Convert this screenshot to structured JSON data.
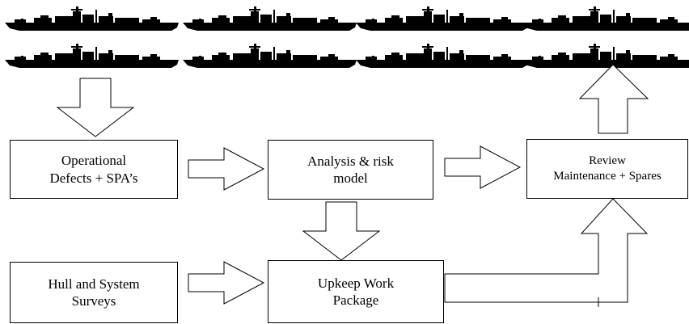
{
  "diagram": {
    "boxes": {
      "operational": {
        "line1": "Operational",
        "line2": "Defects + SPA’s"
      },
      "analysis": {
        "line1": "Analysis & risk",
        "line2": "model"
      },
      "review": {
        "line1": "Review",
        "line2": "Maintenance + Spares"
      },
      "hull": {
        "line1": "Hull and System",
        "line2": "Surveys"
      },
      "upkeep": {
        "line1": "Upkeep Work",
        "line2": "Package"
      }
    },
    "ship_silhouette_count": 8
  }
}
